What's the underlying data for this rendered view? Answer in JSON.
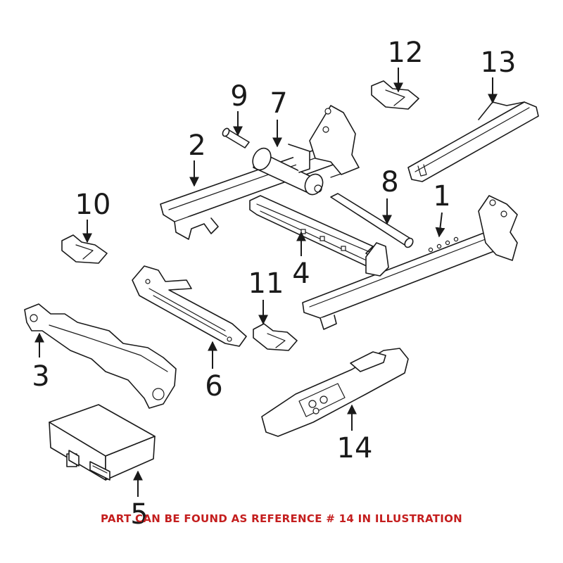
{
  "diagram": {
    "callouts": [
      "1",
      "2",
      "3",
      "4",
      "5",
      "6",
      "7",
      "8",
      "9",
      "10",
      "11",
      "12",
      "13",
      "14"
    ],
    "footnote": "PART CAN BE FOUND AS REFERENCE # 14 IN ILLUSTRATION",
    "colors": {
      "line": "#1a1a1a",
      "footnote": "#c41e1e",
      "background": "#ffffff"
    }
  }
}
